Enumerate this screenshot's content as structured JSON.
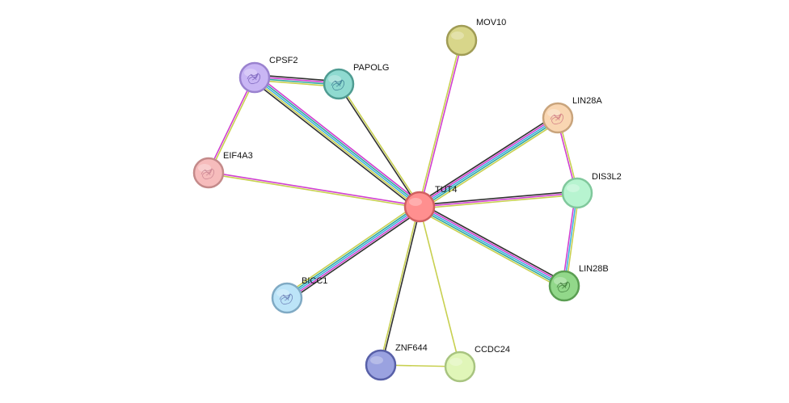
{
  "nodes": [
    {
      "id": "TUT4",
      "label": "TUT4",
      "fill": "#ff8f8f",
      "stroke": "#d06060",
      "glyph": false
    },
    {
      "id": "MOV10",
      "label": "MOV10",
      "fill": "#d8d68a",
      "stroke": "#a09c55",
      "glyph": false
    },
    {
      "id": "CPSF2",
      "label": "CPSF2",
      "fill": "#c9b6f4",
      "stroke": "#9a82cf",
      "glyph": true,
      "glyph_color": "#6a52b0"
    },
    {
      "id": "PAPOLG",
      "label": "PAPOLG",
      "fill": "#8fdad0",
      "stroke": "#4f9c92",
      "glyph": true,
      "glyph_color": "#2e6f88"
    },
    {
      "id": "EIF4A3",
      "label": "EIF4A3",
      "fill": "#f6bcbc",
      "stroke": "#c48a8a",
      "glyph": true,
      "glyph_color": "#c07a8a"
    },
    {
      "id": "LIN28A",
      "label": "LIN28A",
      "fill": "#f9d6b2",
      "stroke": "#c9a47c",
      "glyph": true,
      "glyph_color": "#c86a7a"
    },
    {
      "id": "DIS3L2",
      "label": "DIS3L2",
      "fill": "#b7f4d0",
      "stroke": "#80c89c",
      "glyph": false
    },
    {
      "id": "LIN28B",
      "label": "LIN28B",
      "fill": "#92d88a",
      "stroke": "#5a9e52",
      "glyph": true,
      "glyph_color": "#2f6a2a"
    },
    {
      "id": "BICC1",
      "label": "BICC1",
      "fill": "#bce4f8",
      "stroke": "#80aac4",
      "glyph": true,
      "glyph_color": "#5a6aa8"
    },
    {
      "id": "ZNF644",
      "label": "ZNF644",
      "fill": "#9aa2e0",
      "stroke": "#5860a8",
      "glyph": false
    },
    {
      "id": "CCDC24",
      "label": "CCDC24",
      "fill": "#e0f6b8",
      "stroke": "#a8c480",
      "glyph": false
    }
  ],
  "edges": [
    {
      "from": "TUT4",
      "to": "MOV10",
      "colors": [
        "#c8d050",
        "#d040d0"
      ]
    },
    {
      "from": "TUT4",
      "to": "CPSF2",
      "colors": [
        "#303030",
        "#c8d050",
        "#40b0e0",
        "#30a8a0",
        "#d040d0"
      ]
    },
    {
      "from": "TUT4",
      "to": "PAPOLG",
      "colors": [
        "#303030",
        "#c8d050"
      ]
    },
    {
      "from": "TUT4",
      "to": "EIF4A3",
      "colors": [
        "#c8d050",
        "#d040d0"
      ]
    },
    {
      "from": "TUT4",
      "to": "LIN28A",
      "colors": [
        "#303030",
        "#d040d0",
        "#40b0e0",
        "#30a8a0",
        "#c8d050"
      ]
    },
    {
      "from": "TUT4",
      "to": "DIS3L2",
      "colors": [
        "#303030",
        "#d040d0",
        "#c8d050"
      ]
    },
    {
      "from": "TUT4",
      "to": "LIN28B",
      "colors": [
        "#303030",
        "#d040d0",
        "#40b0e0",
        "#30a8a0",
        "#c8d050"
      ]
    },
    {
      "from": "TUT4",
      "to": "BICC1",
      "colors": [
        "#303030",
        "#d040d0",
        "#40b0e0",
        "#30a8a0",
        "#c8d050"
      ]
    },
    {
      "from": "TUT4",
      "to": "ZNF644",
      "colors": [
        "#303030",
        "#c8d050"
      ]
    },
    {
      "from": "TUT4",
      "to": "CCDC24",
      "colors": [
        "#c8d050"
      ]
    },
    {
      "from": "CPSF2",
      "to": "PAPOLG",
      "colors": [
        "#303030",
        "#d040d0",
        "#30a8a0",
        "#c8d050"
      ]
    },
    {
      "from": "CPSF2",
      "to": "EIF4A3",
      "colors": [
        "#c8d050",
        "#d040d0"
      ]
    },
    {
      "from": "LIN28A",
      "to": "DIS3L2",
      "colors": [
        "#c8d050",
        "#d040d0"
      ]
    },
    {
      "from": "DIS3L2",
      "to": "LIN28B",
      "colors": [
        "#c8d050",
        "#40b0e0",
        "#d040d0"
      ]
    },
    {
      "from": "ZNF644",
      "to": "CCDC24",
      "colors": [
        "#c8d050"
      ]
    }
  ]
}
